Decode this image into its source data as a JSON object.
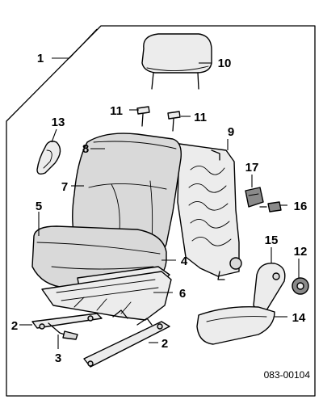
{
  "diagram": {
    "figure_code": "083-00104",
    "callouts": [
      {
        "id": "c1",
        "label": "1"
      },
      {
        "id": "c2a",
        "label": "2"
      },
      {
        "id": "c2b",
        "label": "2"
      },
      {
        "id": "c3",
        "label": "3"
      },
      {
        "id": "c4",
        "label": "4"
      },
      {
        "id": "c5",
        "label": "5"
      },
      {
        "id": "c6",
        "label": "6"
      },
      {
        "id": "c7",
        "label": "7"
      },
      {
        "id": "c8",
        "label": "8"
      },
      {
        "id": "c9",
        "label": "9"
      },
      {
        "id": "c10",
        "label": "10"
      },
      {
        "id": "c11a",
        "label": "11"
      },
      {
        "id": "c11b",
        "label": "11"
      },
      {
        "id": "c12",
        "label": "12"
      },
      {
        "id": "c13",
        "label": "13"
      },
      {
        "id": "c14",
        "label": "14"
      },
      {
        "id": "c15",
        "label": "15"
      },
      {
        "id": "c16",
        "label": "16"
      },
      {
        "id": "c17",
        "label": "17"
      }
    ]
  }
}
